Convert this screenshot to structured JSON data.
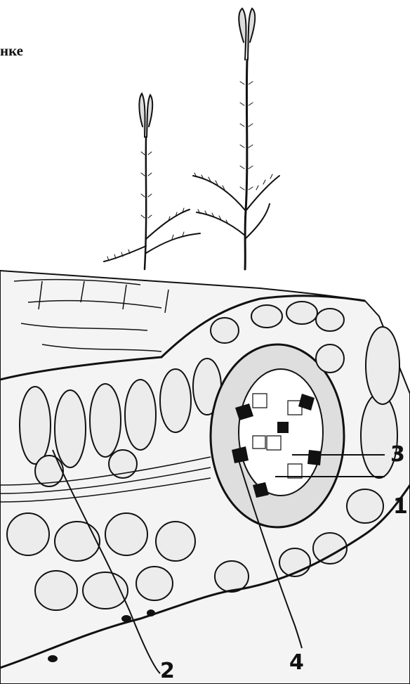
{
  "caption_fragment": "нке",
  "callouts": [
    "1",
    "2",
    "3",
    "4"
  ],
  "ink_color": "#111111",
  "paper_color": "#ffffff"
}
